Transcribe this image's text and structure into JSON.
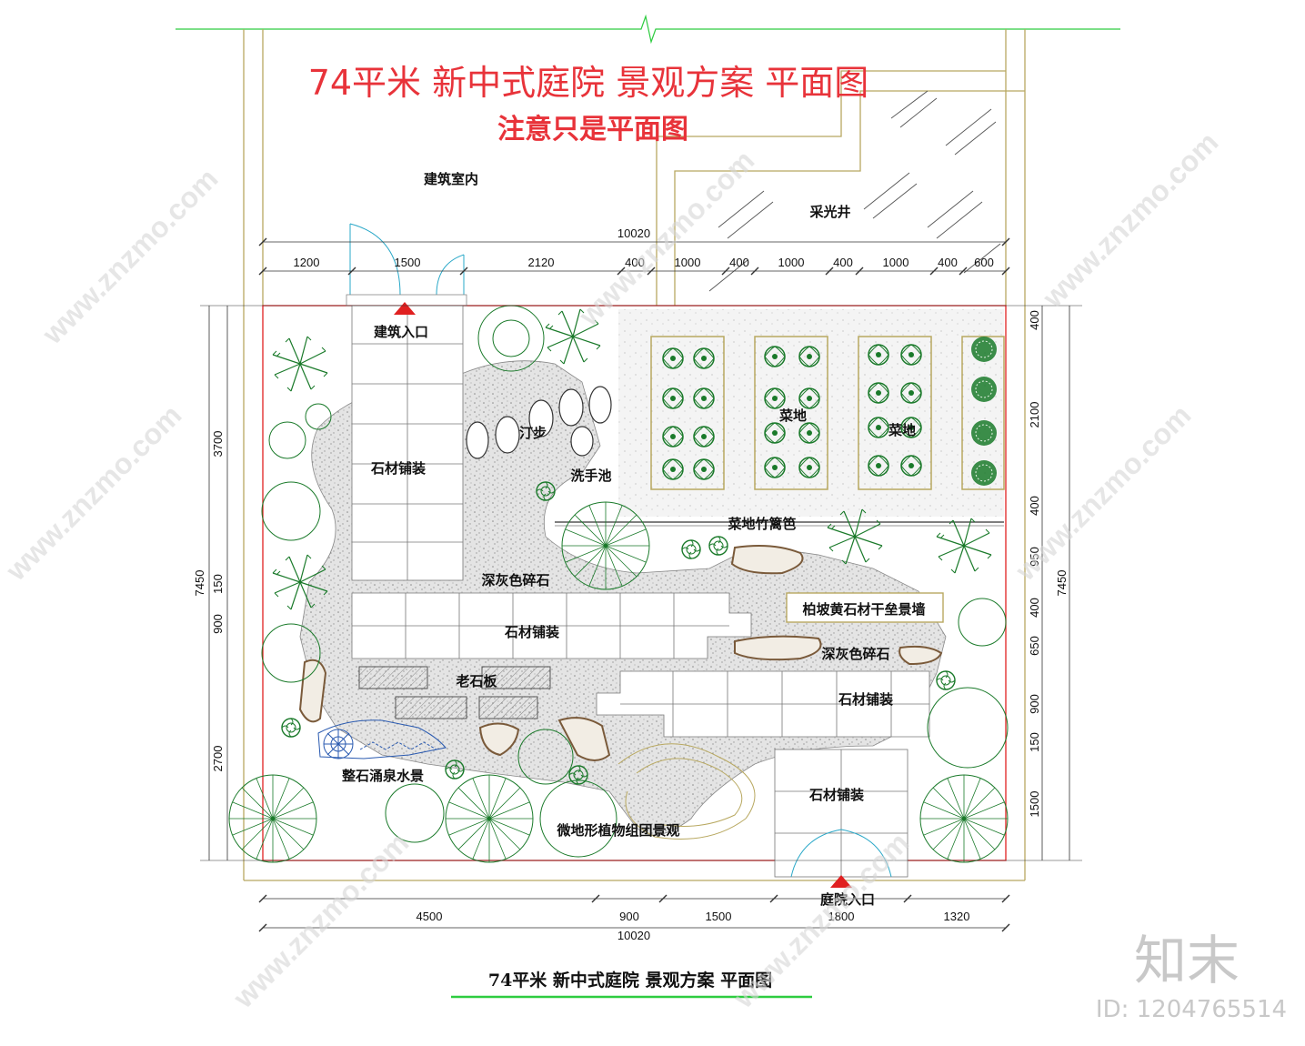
{
  "title": "74平米 新中式庭院 景观方案 平面图",
  "subtitle": "注意只是平面图",
  "bottom_title": "74平米  新中式庭院  景观方案  平面图",
  "brand": "知末",
  "image_id": "ID: 1204765514",
  "watermark": "www.znzmo.com",
  "labels": {
    "interior": "建筑室内",
    "lightwell": "采光井",
    "building_entrance": "建筑入口",
    "stepping_stones": "汀步",
    "stone_paving_1": "石材铺装",
    "wash_basin": "洗手池",
    "vegetable_plot_1": "菜地",
    "vegetable_plot_2": "菜地",
    "bamboo_fence": "菜地竹篱笆",
    "dark_gravel_1": "深灰色碎石",
    "stone_wall": "柏坡黄石材干垒景墙",
    "stone_paving_2": "石材铺装",
    "dark_gravel_2": "深灰色碎石",
    "old_slabs": "老石板",
    "stone_paving_3": "石材铺装",
    "fountain": "整石涌泉水景",
    "stone_paving_4": "石材铺装",
    "micro_terrain": "微地形植物组团景观",
    "garden_entrance": "庭院入口"
  },
  "dimensions": {
    "top_total": "10020",
    "top_segments": [
      "1200",
      "1500",
      "2120",
      "400",
      "1000",
      "400",
      "1000",
      "400",
      "1000",
      "400",
      "600"
    ],
    "bottom_segments": [
      "4500",
      "900",
      "1500",
      "1800",
      "1320"
    ],
    "bottom_total": "10020",
    "left_total": "7450",
    "left_segments": [
      "3700",
      "150",
      "900",
      "2700"
    ],
    "right_total": "7450",
    "right_segments": [
      "400",
      "2100",
      "400",
      "950",
      "400",
      "650",
      "900",
      "150",
      "1500"
    ]
  },
  "colors": {
    "title_red": "#e8333a",
    "plant_green": "#1a7a2a",
    "boundary_red": "#e02020",
    "wall_olive": "#b8a860",
    "green_line": "#2ecc40"
  }
}
